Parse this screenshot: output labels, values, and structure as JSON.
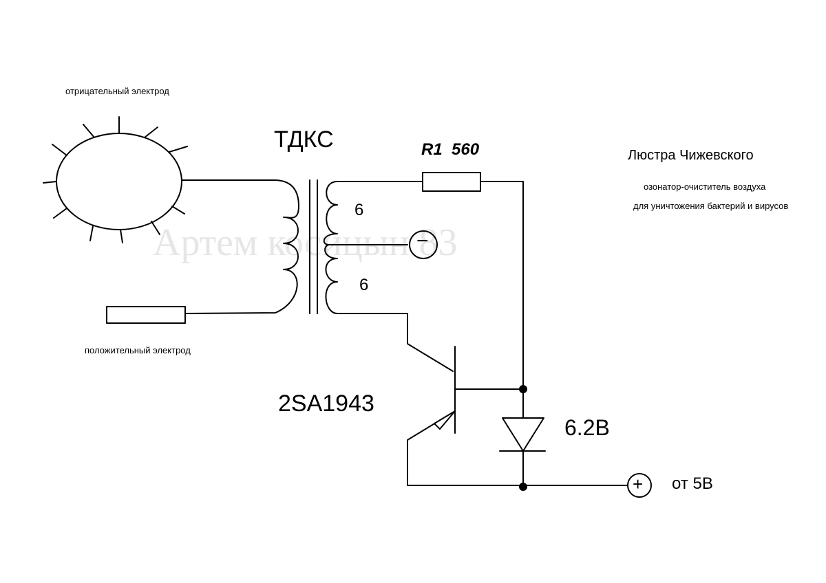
{
  "diagram": {
    "title": "Люстра Чижевского",
    "subtitle_line1": "озонатор-очиститель воздуха",
    "subtitle_line2": "для уничтожения бактерий и вирусов",
    "negative_electrode_label": "отрицательный электрод",
    "positive_electrode_label": "положительный электрод",
    "transformer_label": "ТДКС",
    "resistor_label": "R1  560",
    "winding_upper_turns": "6",
    "winding_lower_turns": "6",
    "minus_symbol": "−",
    "plus_symbol": "+",
    "transistor_label": "2SA1943",
    "zener_label": "6.2В",
    "supply_label": "от 5В",
    "watermark": "Артем косицын 83"
  },
  "colors": {
    "line": "#000000",
    "background": "#ffffff",
    "watermark": "#e6e6e6"
  }
}
